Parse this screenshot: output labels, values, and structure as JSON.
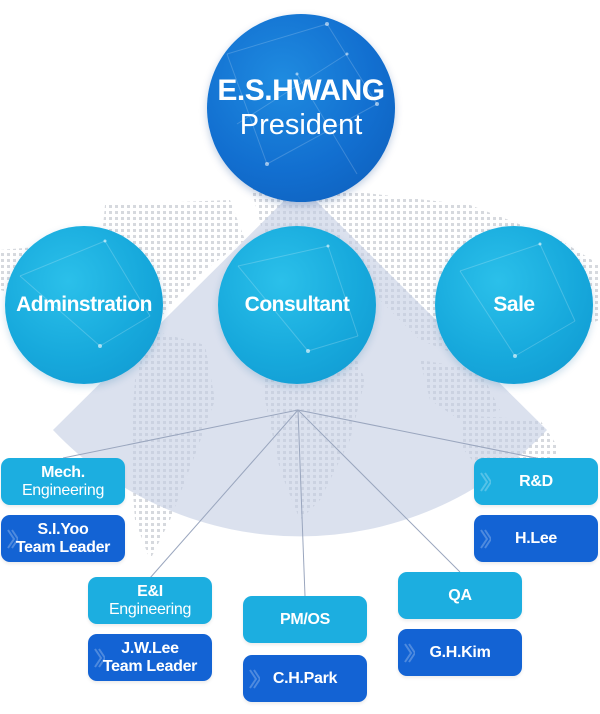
{
  "president": {
    "name": "E.S.HWANG",
    "title": "President"
  },
  "divisions": [
    {
      "label": "Adminstration"
    },
    {
      "label": "Consultant"
    },
    {
      "label": "Sale"
    }
  ],
  "teams": {
    "mech": {
      "line1": "Mech.",
      "line2": "Engineering"
    },
    "mech_leader": {
      "line1": "S.I.Yoo",
      "line2": "Team Leader"
    },
    "eni": {
      "line1": "E&I",
      "line2": "Engineering"
    },
    "eni_leader": {
      "line1": "J.W.Lee",
      "line2": "Team Leader"
    },
    "pmos": {
      "label": "PM/OS"
    },
    "pmos_lead": {
      "label": "C.H.Park"
    },
    "qa": {
      "label": "QA"
    },
    "qa_lead": {
      "label": "G.H.Kim"
    },
    "rnd": {
      "label": "R&D"
    },
    "rnd_lead": {
      "label": "H.Lee"
    }
  },
  "colors": {
    "president": "#126fd0",
    "division": "#17a9dc",
    "team_box": "#1caee0",
    "leader_box": "#1363d4",
    "fan": "#c3cde2",
    "map_dots": "#d6d9de"
  }
}
